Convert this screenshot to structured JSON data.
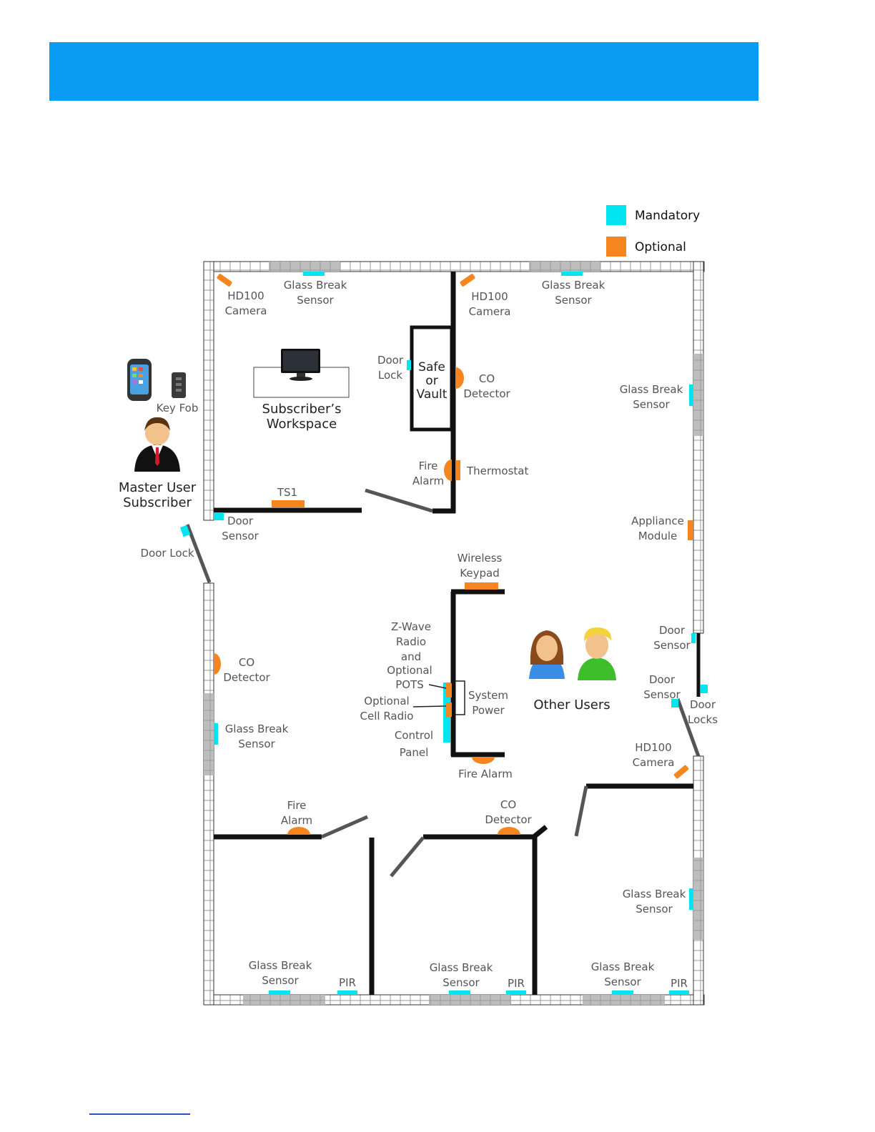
{
  "colors": {
    "banner": "#0a9cf5",
    "mandatory": "#00e5f0",
    "optional": "#f5851f",
    "wall": "#111111",
    "door": "#555555"
  },
  "legend": {
    "mandatory": "Mandatory",
    "optional": "Optional"
  },
  "people": {
    "master": [
      "Master User",
      "Subscriber"
    ],
    "others": "Other Users",
    "key_fob": "Key Fob"
  },
  "rooms": {
    "workspace": [
      "Subscriber’s",
      "Workspace"
    ],
    "safe": [
      "Safe",
      "or",
      "Vault"
    ]
  },
  "labels": {
    "hd100_camera": [
      "HD100",
      "Camera"
    ],
    "glass_break": [
      "Glass Break",
      "Sensor"
    ],
    "door_lock_2": [
      "Door",
      "Lock"
    ],
    "co_detector": [
      "CO",
      "Detector"
    ],
    "fire_alarm_2": [
      "Fire",
      "Alarm"
    ],
    "thermostat": "Thermostat",
    "ts1": "TS1",
    "door_sensor": [
      "Door",
      "Sensor"
    ],
    "door_lock": "Door Lock",
    "appliance_module": [
      "Appliance",
      "Module"
    ],
    "wireless_keypad": [
      "Wireless",
      "Keypad"
    ],
    "zwave": [
      "Z-Wave",
      "Radio",
      "and",
      "Optional",
      "POTS"
    ],
    "cell_radio": [
      "Optional",
      "Cell Radio"
    ],
    "system_power": [
      "System",
      "Power"
    ],
    "control_panel": [
      "Control",
      "Panel"
    ],
    "fire_alarm": "Fire Alarm",
    "door_locks": [
      "Door",
      "Locks"
    ],
    "pir": "PIR"
  }
}
